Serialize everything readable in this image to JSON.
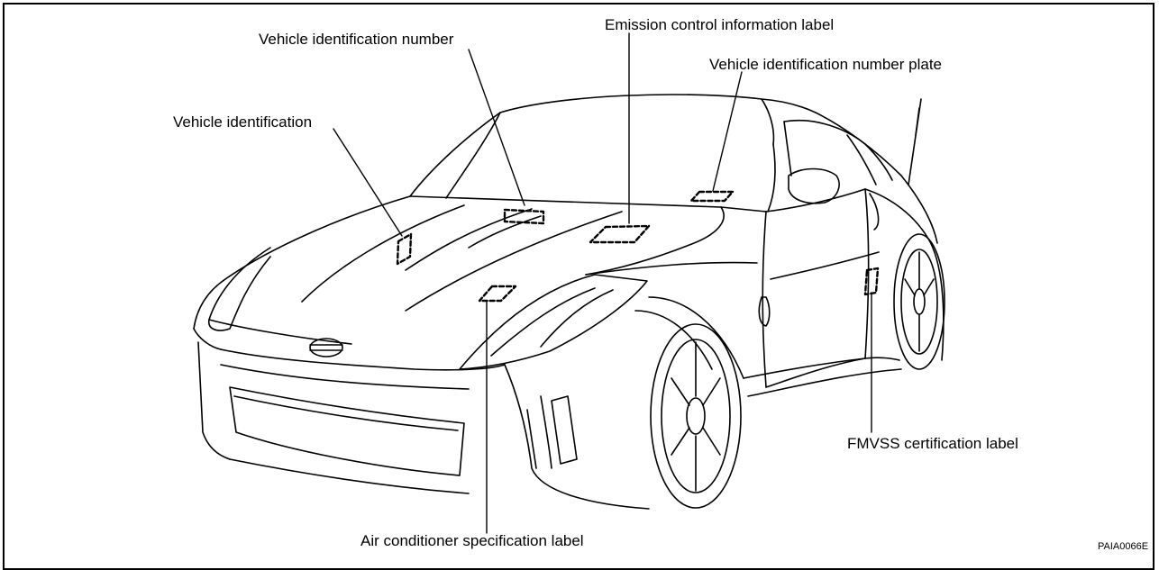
{
  "labels": {
    "vehicle_identification": "Vehicle identification",
    "vehicle_identification_number": "Vehicle identification number",
    "emission_control_information_label": "Emission control information label",
    "vehicle_identification_number_plate": "Vehicle identification number plate",
    "fmvss_certification_label": "FMVSS certification label",
    "air_conditioner_specification_label": "Air conditioner specification label"
  },
  "figure_code": "PAIA0066E",
  "colors": {
    "line": "#000000",
    "background": "#ffffff"
  }
}
